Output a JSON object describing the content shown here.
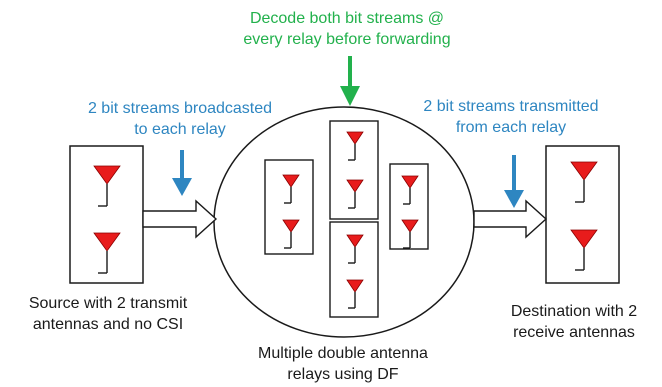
{
  "labels": {
    "decode_line1": "Decode both bit streams @",
    "decode_line2": "every relay before forwarding",
    "broadcast_line1": "2 bit streams broadcasted",
    "broadcast_line2": "to each relay",
    "transmitted_line1": "2 bit streams transmitted",
    "transmitted_line2": "from each relay",
    "source_line1": "Source with 2 transmit",
    "source_line2": "antennas and no CSI",
    "relays_line1": "Multiple double antenna",
    "relays_line2": "relays using DF",
    "destination_line1": "Destination with 2",
    "destination_line2": "receive antennas"
  },
  "colors": {
    "decode_text": "#22b14c",
    "decode_arrow": "#22b14c",
    "stream_text": "#2e86c1",
    "stream_arrow": "#2e86c1",
    "antenna": "#e81c1c",
    "outline": "#1a1a1a"
  }
}
